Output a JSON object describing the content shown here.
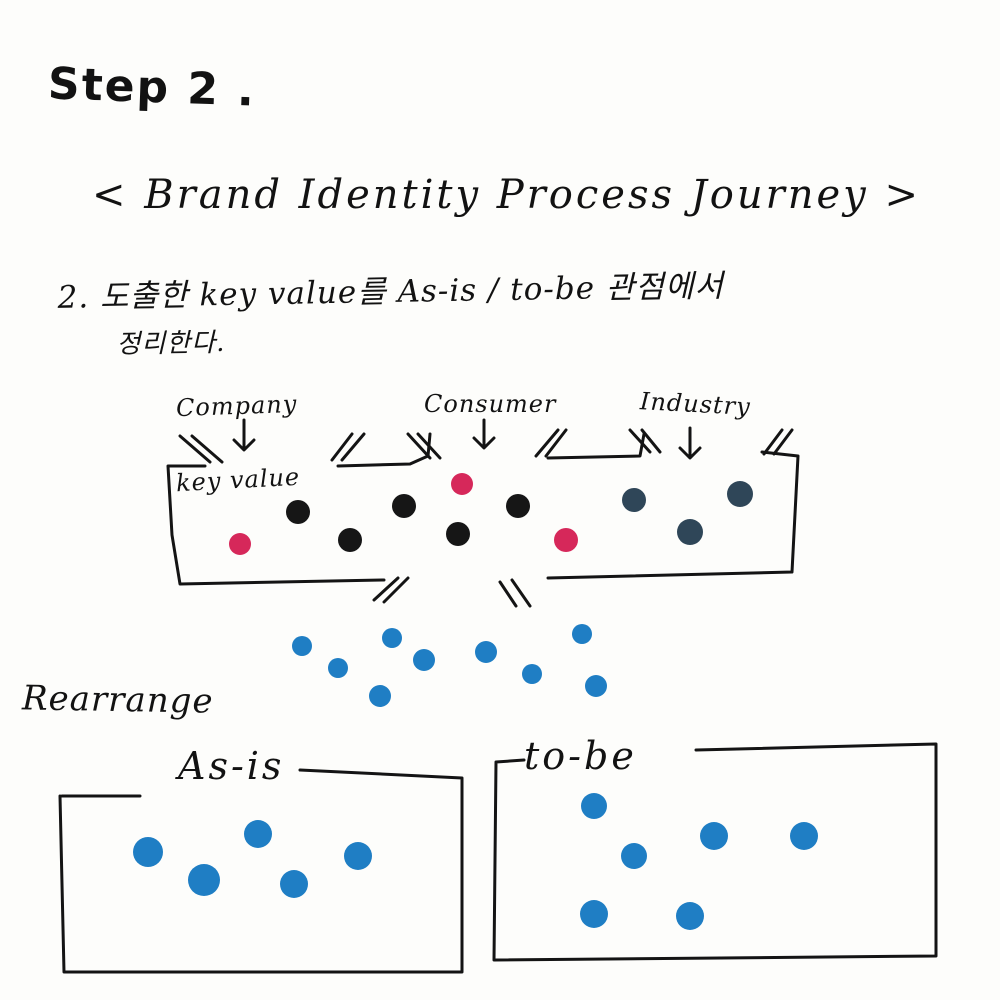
{
  "header": {
    "step": "Step 2 .",
    "title": "< Brand Identity Process Journey >"
  },
  "description": {
    "line1": "2. 도출한 key value를  As-is / to-be 관점에서",
    "line2": "정리한다."
  },
  "sources": {
    "company": "Company",
    "consumer": "Consumer",
    "industry": "Industry"
  },
  "key_value_box": {
    "label": "key value"
  },
  "rearrange_label": "Rearrange",
  "as_is": {
    "label": "As-is"
  },
  "to_be": {
    "label": "to-be"
  },
  "colors": {
    "ink": "#141414",
    "pink": "#d6285a",
    "black_dot": "#161616",
    "slate_dot": "#2f4658",
    "blue_dot": "#1f7ec4"
  },
  "icons": {
    "down_arrow": "down-arrow-icon",
    "funnel_marks": "chevron-marks-icon"
  }
}
